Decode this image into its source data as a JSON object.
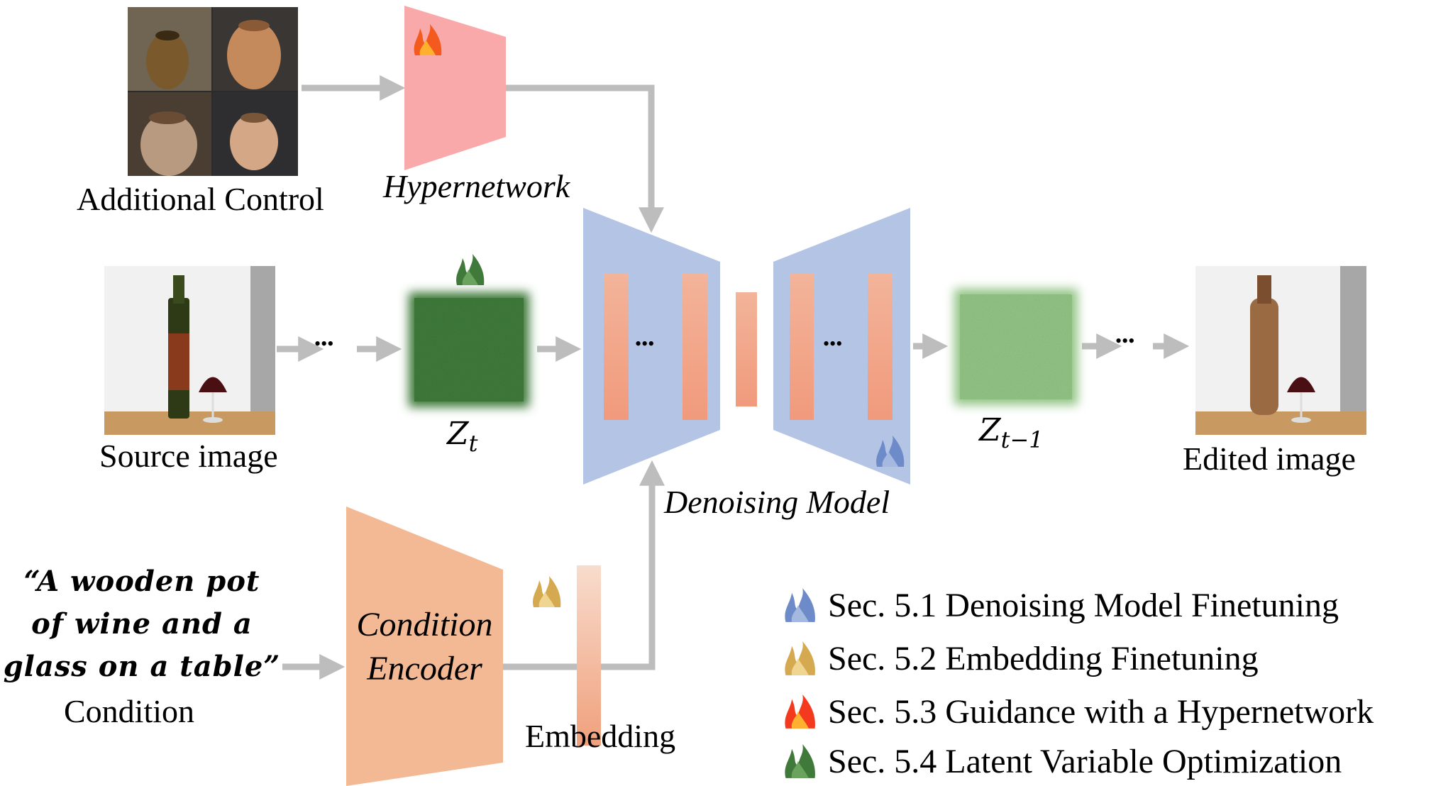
{
  "diagram": {
    "nodes": {
      "additional_control": {
        "label": "Additional Control"
      },
      "hypernetwork": {
        "label": "Hypernetwork"
      },
      "source_image": {
        "label": "Source image"
      },
      "latent_t": {
        "label": "Z",
        "subscript": "t"
      },
      "denoising_model": {
        "label": "Denoising Model",
        "ellipsis": "•••"
      },
      "latent_t_minus_1": {
        "label": "Z",
        "subscript": "t−1"
      },
      "edited_image": {
        "label": "Edited image"
      },
      "condition_text": {
        "line1": "“A wooden pot",
        "line2": "of wine and a",
        "line3": "glass on a table”"
      },
      "condition": {
        "label": "Condition"
      },
      "condition_encoder": {
        "line1": "Condition",
        "line2": "Encoder"
      },
      "embedding": {
        "label": "Embedding"
      }
    },
    "flow_ellipsis": "•••",
    "edges": [
      {
        "from": "additional_control",
        "to": "hypernetwork"
      },
      {
        "from": "hypernetwork",
        "to": "denoising_model"
      },
      {
        "from": "source_image",
        "to": "latent_t",
        "via": "•••"
      },
      {
        "from": "latent_t",
        "to": "denoising_model"
      },
      {
        "from": "denoising_model",
        "to": "latent_t_minus_1"
      },
      {
        "from": "latent_t_minus_1",
        "to": "edited_image",
        "via": "•••"
      },
      {
        "from": "condition",
        "to": "condition_encoder"
      },
      {
        "from": "condition_encoder",
        "to": "embedding"
      },
      {
        "from": "embedding",
        "to": "denoising_model"
      }
    ]
  },
  "legend": [
    {
      "icon": "blue-flame-icon",
      "color": "#4a6fb5",
      "label": "Sec. 5.1 Denoising Model Finetuning"
    },
    {
      "icon": "gold-flame-icon",
      "color": "#c9a04a",
      "label": "Sec. 5.2 Embedding Finetuning"
    },
    {
      "icon": "red-flame-icon",
      "color": "#e8321a",
      "label": "Sec. 5.3 Guidance with a Hypernetwork"
    },
    {
      "icon": "green-flame-icon",
      "color": "#3f7a3a",
      "label": "Sec. 5.4 Latent Variable Optimization"
    }
  ],
  "colors": {
    "hypernetwork": "#f9a9a9",
    "denoising_model": "#b3c4e4",
    "layer_bar": "#f1a384",
    "condition_encoder": "#f3b894",
    "arrow": "#bdbdbd",
    "latent_t": "#3d7a3a",
    "latent_t_minus_1": "#8fc280"
  }
}
